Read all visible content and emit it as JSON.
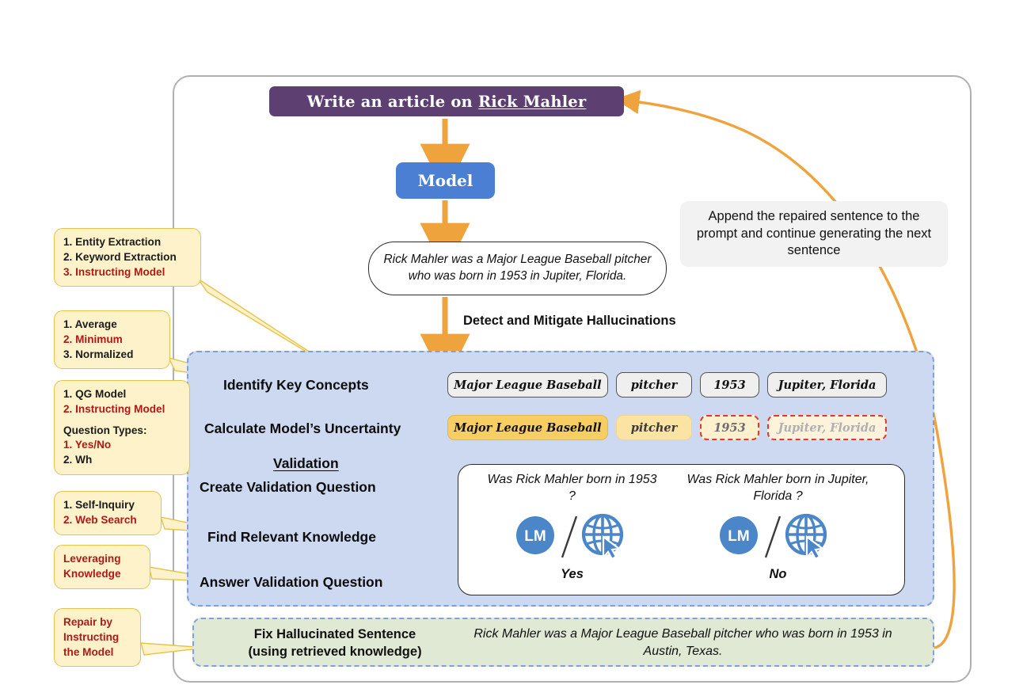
{
  "prompt": {
    "prefix": "Write an article on ",
    "entity": "Rick Mahler"
  },
  "model": {
    "label": "Model"
  },
  "generated_sentence": "Rick Mahler was a Major League Baseball pitcher who was born in 1953 in Jupiter, Florida.",
  "detect_label": "Detect and Mitigate Hallucinations",
  "feedback_callout": "Append the repaired sentence to the prompt and continue generating the next sentence",
  "steps": {
    "identify_key_concepts": "Identify Key Concepts",
    "calculate_uncertainty": "Calculate Model’s Uncertainty",
    "validation": "Validation",
    "create_validation_question": "Create Validation Question",
    "find_relevant_knowledge": "Find Relevant Knowledge",
    "answer_validation_question": "Answer Validation Question"
  },
  "concepts": [
    "Major League Baseball",
    "pitcher",
    "1953",
    "Jupiter, Florida"
  ],
  "uncertainty_chips": [
    {
      "text": "Major League Baseball",
      "level": "low"
    },
    {
      "text": "pitcher",
      "level": "medium"
    },
    {
      "text": "1953",
      "level": "high-flagged"
    },
    {
      "text": "Jupiter, Florida",
      "level": "highest-flagged"
    }
  ],
  "validation": {
    "questions": [
      {
        "text": "Was Rick Mahler born in 1953 ?",
        "answer": "Yes",
        "lm_label": "LM",
        "source_icons": [
          "lm-icon",
          "globe-cursor-icon"
        ]
      },
      {
        "text": "Was Rick Mahler born in Jupiter, Florida ?",
        "answer": "No",
        "lm_label": "LM",
        "source_icons": [
          "lm-icon",
          "globe-cursor-icon"
        ]
      }
    ]
  },
  "fix": {
    "label_line1": "Fix Hallucinated Sentence",
    "label_line2": "(using retrieved knowledge)",
    "repaired_sentence": "Rick Mahler was a Major League Baseball pitcher who was born in 1953 in Austin, Texas."
  },
  "annotations": [
    {
      "name": "key-concept-methods",
      "lines": [
        {
          "t": "1. Entity Extraction",
          "hl": false
        },
        {
          "t": "2. Keyword Extraction",
          "hl": false
        },
        {
          "t": "3. Instructing Model",
          "hl": true
        }
      ]
    },
    {
      "name": "uncertainty-methods",
      "lines": [
        {
          "t": "1. Average",
          "hl": false
        },
        {
          "t": "2. Minimum",
          "hl": true
        },
        {
          "t": "3. Normalized",
          "hl": false
        }
      ]
    },
    {
      "name": "question-generation-methods",
      "lines": [
        {
          "t": "1. QG Model",
          "hl": false
        },
        {
          "t": "2. Instructing Model",
          "hl": true
        },
        {
          "t": "",
          "hl": false
        },
        {
          "t": "Question Types:",
          "hl": false
        },
        {
          "t": "1. Yes/No",
          "hl": true
        },
        {
          "t": "2. Wh",
          "hl": false
        }
      ]
    },
    {
      "name": "knowledge-retrieval-methods",
      "lines": [
        {
          "t": "1. Self-Inquiry",
          "hl": false
        },
        {
          "t": "2. Web Search",
          "hl": true
        }
      ]
    },
    {
      "name": "answer-method",
      "lines": [
        {
          "t": "Leveraging",
          "hl": true
        },
        {
          "t": "Knowledge",
          "hl": true
        }
      ]
    },
    {
      "name": "repair-method",
      "lines": [
        {
          "t": "Repair by",
          "hl": true
        },
        {
          "t": "Instructing",
          "hl": true
        },
        {
          "t": "the Model",
          "hl": true
        }
      ]
    }
  ],
  "colors": {
    "prompt_purple": "#5d3f72",
    "model_blue": "#4a7fd4",
    "arrow_orange": "#efa33c",
    "panel_blue": "#ccd9f0",
    "panel_border_blue": "#7fa0dd",
    "green_box": "#dfe9d3",
    "annotation_yellow": "#fdf2c9",
    "annotation_border": "#e6c24a",
    "highlight_red": "#b01919",
    "flag_red": "#e8342a",
    "uncertainty_yellow": "#f7ce63"
  }
}
